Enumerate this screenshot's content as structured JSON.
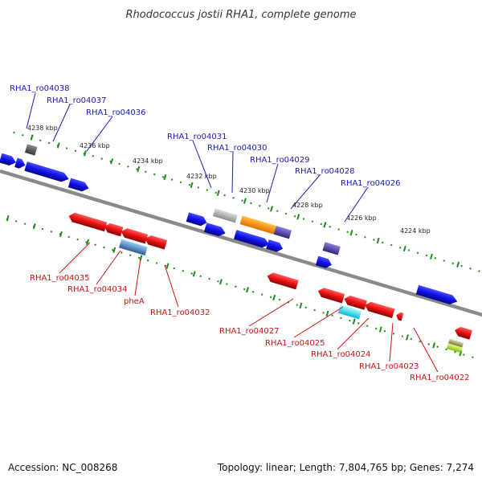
{
  "header": {
    "title": "Rhodococcus jostii RHA1, complete genome"
  },
  "footer": {
    "accession": "Accession: NC_008268",
    "topology": "Topology: linear; Length: 7,804,765 bp; Genes: 7,274"
  },
  "ruler": {
    "unit": "kbp",
    "ticks": [
      "4238 kbp",
      "4236 kbp",
      "4234 kbp",
      "4232 kbp",
      "4230 kbp",
      "4228 kbp",
      "4226 kbp",
      "4224 kbp"
    ]
  },
  "colors": {
    "forward_gene": "#1010e6",
    "reverse_gene": "#e81010",
    "forward_label": "#1a1ab8",
    "reverse_label": "#cc1111",
    "tick": "#1f8a1f",
    "backbone": "#8a8a8a"
  },
  "genes_forward": [
    {
      "label": "RHA1_ro04038"
    },
    {
      "label": "RHA1_ro04037"
    },
    {
      "label": "RHA1_ro04036"
    },
    {
      "label": "RHA1_ro04031"
    },
    {
      "label": "RHA1_ro04030"
    },
    {
      "label": "RHA1_ro04029"
    },
    {
      "label": "RHA1_ro04028"
    },
    {
      "label": "RHA1_ro04026"
    }
  ],
  "genes_reverse": [
    {
      "label": "RHA1_ro04035"
    },
    {
      "label": "RHA1_ro04034"
    },
    {
      "label": "pheA"
    },
    {
      "label": "RHA1_ro04032"
    },
    {
      "label": "RHA1_ro04027"
    },
    {
      "label": "RHA1_ro04025"
    },
    {
      "label": "RHA1_ro04024"
    },
    {
      "label": "RHA1_ro04023"
    },
    {
      "label": "RHA1_ro04022"
    }
  ]
}
